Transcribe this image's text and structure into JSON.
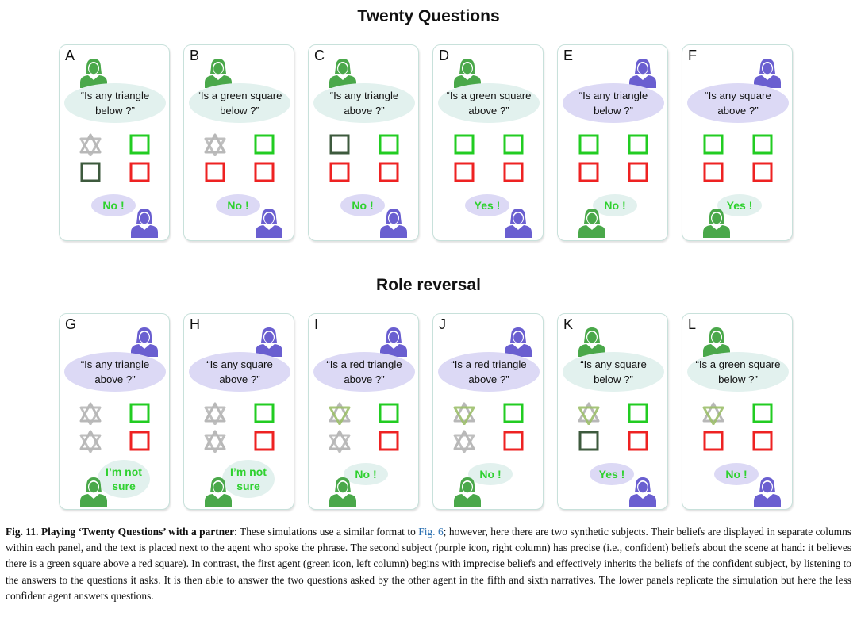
{
  "titles": {
    "top": "Twenty Questions",
    "bottom": "Role reversal"
  },
  "colors": {
    "speaker_green": "#4aa84a",
    "speaker_purple": "#6a5fd0",
    "bubble_green": "#e2f1ee",
    "bubble_purple": "#dcd9f5",
    "answer_text": "#2fd12f",
    "square_green": "#22cc22",
    "square_red": "#ee2222",
    "square_dark": "#3d5a3d",
    "triangle_grey": "#b8b8b8",
    "triangle_olive": "#9cbf6a"
  },
  "panels": [
    {
      "letter": "A",
      "question": "“Is any triangle below ?”",
      "answer": "No !",
      "asker": "green",
      "answerer": "purple",
      "left_top": "tri_grey",
      "left_bottom": "sq_dark",
      "right_top": "sq_green",
      "right_bottom": "sq_red"
    },
    {
      "letter": "B",
      "question": "“Is a green square below ?”",
      "answer": "No !",
      "asker": "green",
      "answerer": "purple",
      "left_top": "tri_grey",
      "left_bottom": "sq_red",
      "right_top": "sq_green",
      "right_bottom": "sq_red"
    },
    {
      "letter": "C",
      "question": "“Is any triangle above ?”",
      "answer": "No !",
      "asker": "green",
      "answerer": "purple",
      "left_top": "sq_dark",
      "left_bottom": "sq_red",
      "right_top": "sq_green",
      "right_bottom": "sq_red"
    },
    {
      "letter": "D",
      "question": "“Is a green square above ?”",
      "answer": "Yes !",
      "asker": "green",
      "answerer": "purple",
      "left_top": "sq_green",
      "left_bottom": "sq_red",
      "right_top": "sq_green",
      "right_bottom": "sq_red"
    },
    {
      "letter": "E",
      "question": "“Is any triangle below ?”",
      "answer": "No !",
      "asker": "purple",
      "answerer": "green",
      "left_top": "sq_green",
      "left_bottom": "sq_red",
      "right_top": "sq_green",
      "right_bottom": "sq_red"
    },
    {
      "letter": "F",
      "question": "“Is any square above ?”",
      "answer": "Yes !",
      "asker": "purple",
      "answerer": "green",
      "left_top": "sq_green",
      "left_bottom": "sq_red",
      "right_top": "sq_green",
      "right_bottom": "sq_red"
    },
    {
      "letter": "G",
      "question": "“Is any triangle above ?”",
      "answer": "I’m not sure",
      "asker": "purple",
      "answerer": "green",
      "left_top": "tri_grey",
      "left_bottom": "tri_grey",
      "right_top": "sq_green",
      "right_bottom": "sq_red"
    },
    {
      "letter": "H",
      "question": "“Is any square above ?”",
      "answer": "I’m not sure",
      "asker": "purple",
      "answerer": "green",
      "left_top": "tri_grey",
      "left_bottom": "tri_grey",
      "right_top": "sq_green",
      "right_bottom": "sq_red"
    },
    {
      "letter": "I",
      "question": "“Is a red triangle above ?”",
      "answer": "No !",
      "asker": "purple",
      "answerer": "green",
      "left_top": "tri_olive",
      "left_bottom": "tri_grey",
      "right_top": "sq_green",
      "right_bottom": "sq_red"
    },
    {
      "letter": "J",
      "question": "“Is a red triangle above ?”",
      "answer": "No !",
      "asker": "purple",
      "answerer": "green",
      "left_top": "tri_olive",
      "left_bottom": "tri_grey",
      "right_top": "sq_green",
      "right_bottom": "sq_red"
    },
    {
      "letter": "K",
      "question": "“Is any square below ?”",
      "answer": "Yes !",
      "asker": "green",
      "answerer": "purple",
      "left_top": "tri_olive",
      "left_bottom": "sq_dark",
      "right_top": "sq_green",
      "right_bottom": "sq_red"
    },
    {
      "letter": "L",
      "question": "“Is a green square below ?”",
      "answer": "No !",
      "asker": "green",
      "answerer": "purple",
      "left_top": "tri_olive",
      "left_bottom": "sq_red",
      "right_top": "sq_green",
      "right_bottom": "sq_red"
    }
  ],
  "caption": {
    "fig_label": "Fig. 11.",
    "lead": "Playing ‘Twenty Questions’ with a partner",
    "text_before_ref": ": These simulations use a similar format to ",
    "ref": "Fig. 6",
    "text_after_ref": "; however, here there are two synthetic subjects. Their beliefs are displayed in separate columns within each panel, and the text is placed next to the agent who spoke the phrase. The second subject (purple icon, right column) has precise (i.e., confident) beliefs about the scene at hand: it believes there is a green square above a red square). In contrast, the first agent (green icon, left column) begins with imprecise beliefs and effectively inherits the beliefs of the confident subject, by listening to the answers to the questions it asks. It is then able to answer the two questions asked by the other agent in the fifth and sixth narratives. The lower panels replicate the simulation but here the less confident agent answers questions."
  }
}
